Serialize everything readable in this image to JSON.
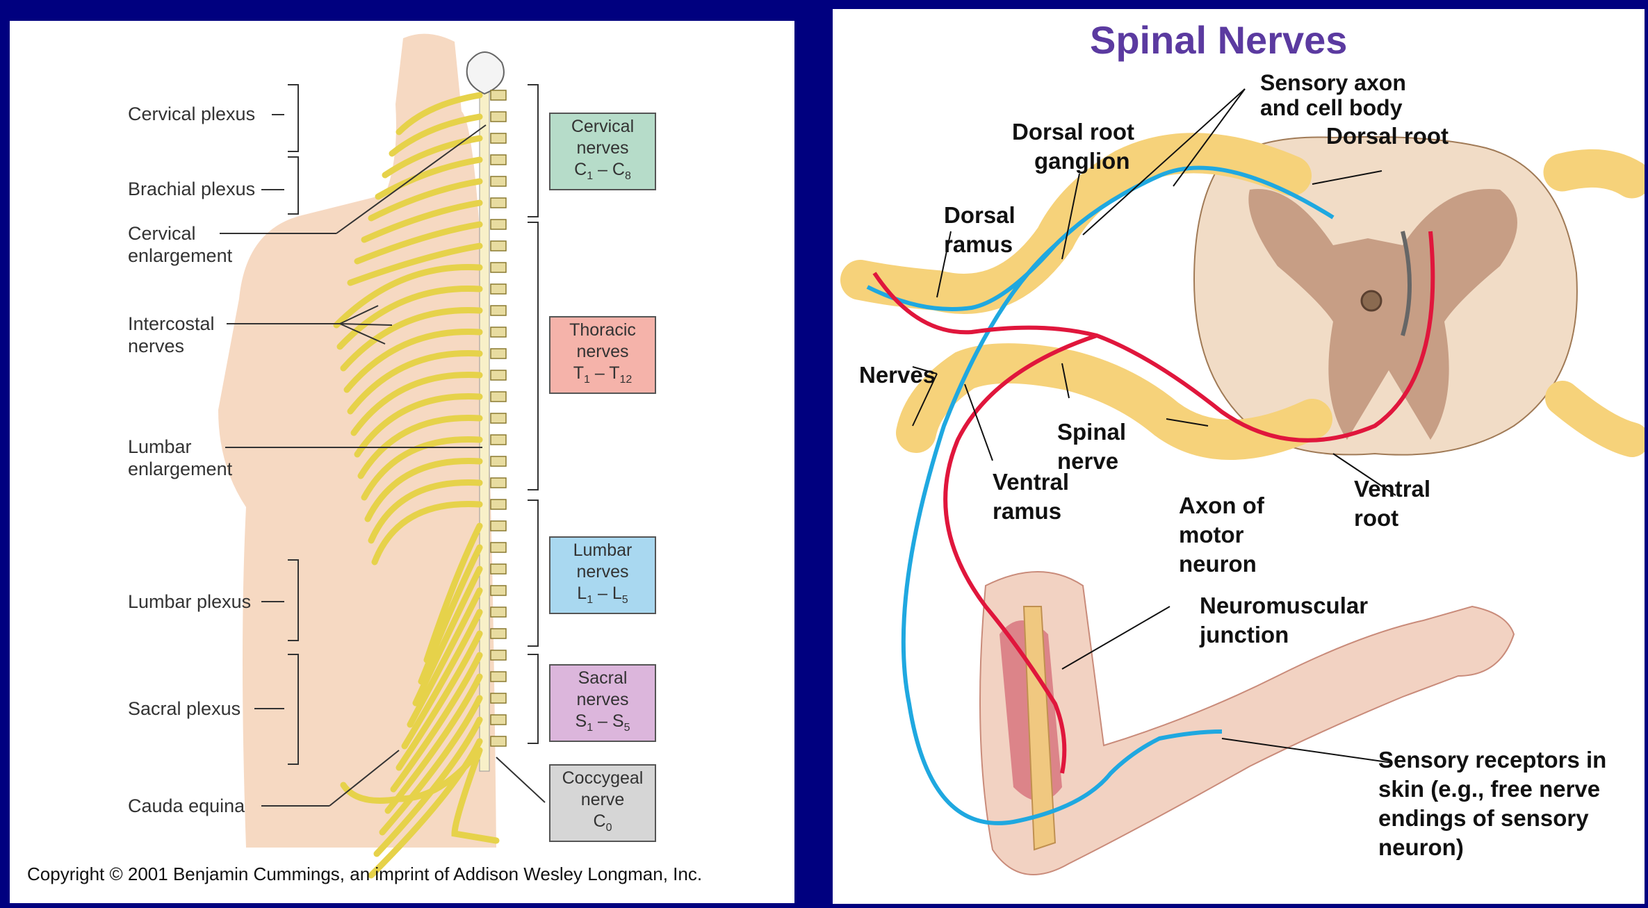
{
  "left": {
    "labels": {
      "cervical_plexus": "Cervical plexus",
      "brachial_plexus": "Brachial plexus",
      "cervical_enlargement_1": "Cervical",
      "cervical_enlargement_2": "enlargement",
      "intercostal_1": "Intercostal",
      "intercostal_2": "nerves",
      "lumbar_enlargement_1": "Lumbar",
      "lumbar_enlargement_2": "enlargement",
      "lumbar_plexus": "Lumbar plexus",
      "sacral_plexus": "Sacral plexus",
      "cauda_equina": "Cauda equina"
    },
    "boxes": [
      {
        "l1": "Cervical",
        "l2": "nerves",
        "l3": "C",
        "s1": "1",
        "mid": " – C",
        "s2": "8",
        "color": "#b6dcc9"
      },
      {
        "l1": "Thoracic",
        "l2": "nerves",
        "l3": "T",
        "s1": "1",
        "mid": " – T",
        "s2": "12",
        "color": "#f5b3aa"
      },
      {
        "l1": "Lumbar",
        "l2": "nerves",
        "l3": "L",
        "s1": "1",
        "mid": " – L",
        "s2": "5",
        "color": "#a9d8f0"
      },
      {
        "l1": "Sacral",
        "l2": "nerves",
        "l3": "S",
        "s1": "1",
        "mid": " – S",
        "s2": "5",
        "color": "#dcb6dc"
      },
      {
        "l1": "Coccygeal",
        "l2": "nerve",
        "l3": "C",
        "s1": "0",
        "mid": "",
        "s2": "",
        "color": "#d6d6d6"
      }
    ],
    "copyright": "Copyright © 2001 Benjamin Cummings, an imprint of Addison Wesley Longman, Inc."
  },
  "right": {
    "title": "Spinal Nerves",
    "labels": {
      "sensory_axon_1": "Sensory axon",
      "sensory_axon_2": "and cell body",
      "dorsal_root": "Dorsal root",
      "drg_1": "Dorsal root",
      "drg_2": "ganglion",
      "dorsal_ramus_1": "Dorsal",
      "dorsal_ramus_2": "ramus",
      "nerves": "Nerves",
      "spinal_nerve_1": "Spinal",
      "spinal_nerve_2": "nerve",
      "ventral_ramus_1": "Ventral",
      "ventral_ramus_2": "ramus",
      "axon_motor_1": "Axon of",
      "axon_motor_2": "motor",
      "axon_motor_3": "neuron",
      "ventral_root_1": "Ventral",
      "ventral_root_2": "root",
      "nmj_1": "Neuromuscular",
      "nmj_2": "junction",
      "receptors_1": "Sensory receptors in",
      "receptors_2": "skin (e.g., free nerve",
      "receptors_3": "endings of sensory",
      "receptors_4": "neuron)"
    },
    "colors": {
      "sensory": "#1fa8e0",
      "motor": "#e0163c",
      "nerve": "#f6d27a",
      "gray_matter": "#c79e85",
      "white_matter": "#f1dcc6"
    }
  }
}
